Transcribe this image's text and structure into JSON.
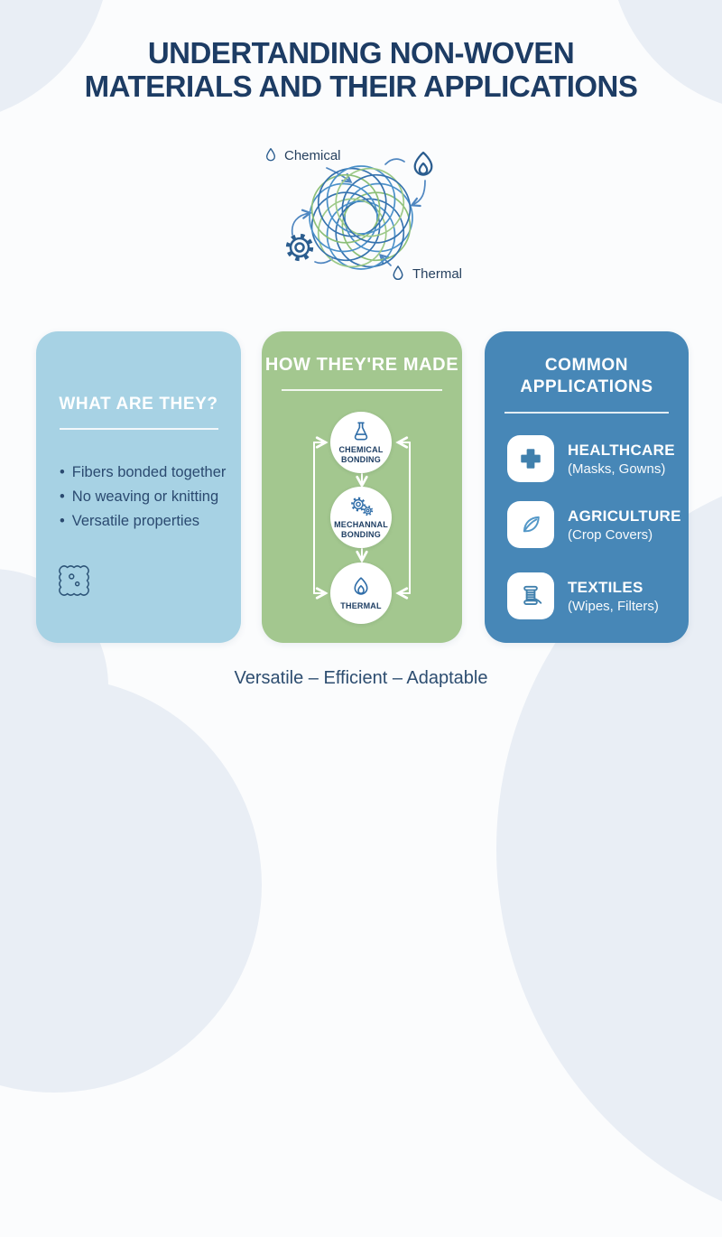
{
  "header": {
    "title_line1": "UNDERTANDING NON-WOVEN",
    "title_line2": "MATERIALS AND THEIR APPLICATIONS"
  },
  "diagram": {
    "chemical_label": "Chemical",
    "thermal_label": "Thermal",
    "icons": [
      "droplet-icon",
      "flame-icon",
      "gear-icon",
      "droplet-icon"
    ]
  },
  "cards": {
    "what": {
      "title": "WHAT ARE THEY?",
      "bullets": [
        "Fibers bonded together",
        "No weaving or knitting",
        "Versatile properties"
      ],
      "icon": "fabric-swatch-icon"
    },
    "how": {
      "title": "HOW THEY'RE MADE",
      "steps": [
        {
          "line1": "CHEMICAL",
          "line2": "BONDING",
          "icon": "flask-icon"
        },
        {
          "line1": "MECHANNAL",
          "line2": "BONDING",
          "icon": "gears-icon"
        },
        {
          "line1": "THERMAL",
          "line2": "",
          "icon": "flame-icon"
        }
      ]
    },
    "applications": {
      "title_line1": "COMMON",
      "title_line2": "APPLICATIONS",
      "items": [
        {
          "name": "HEALTHCARE",
          "detail": "(Masks, Gowns)",
          "icon": "medical-cross-icon"
        },
        {
          "name": "AGRICULTURE",
          "detail": "(Crop Covers)",
          "icon": "leaf-icon"
        },
        {
          "name": "TEXTILES",
          "detail": "(Wipes, Filters)",
          "icon": "spool-icon"
        }
      ]
    }
  },
  "footer": {
    "tagline": "Versatile – Efficient – Adaptable"
  },
  "colors": {
    "title_navy": "#1d3c64",
    "text_navy": "#2b4a70",
    "card_light_blue": "#a7d2e4",
    "card_green": "#a3c78f",
    "card_blue": "#4787b7",
    "icon_blue": "#2f6da8",
    "swirl_blue": "#4a90c9",
    "swirl_green": "#8cbf77",
    "arrow_blue": "#4f86c0",
    "background": "#fbfcfd",
    "background_blob": "#e9eef5"
  }
}
